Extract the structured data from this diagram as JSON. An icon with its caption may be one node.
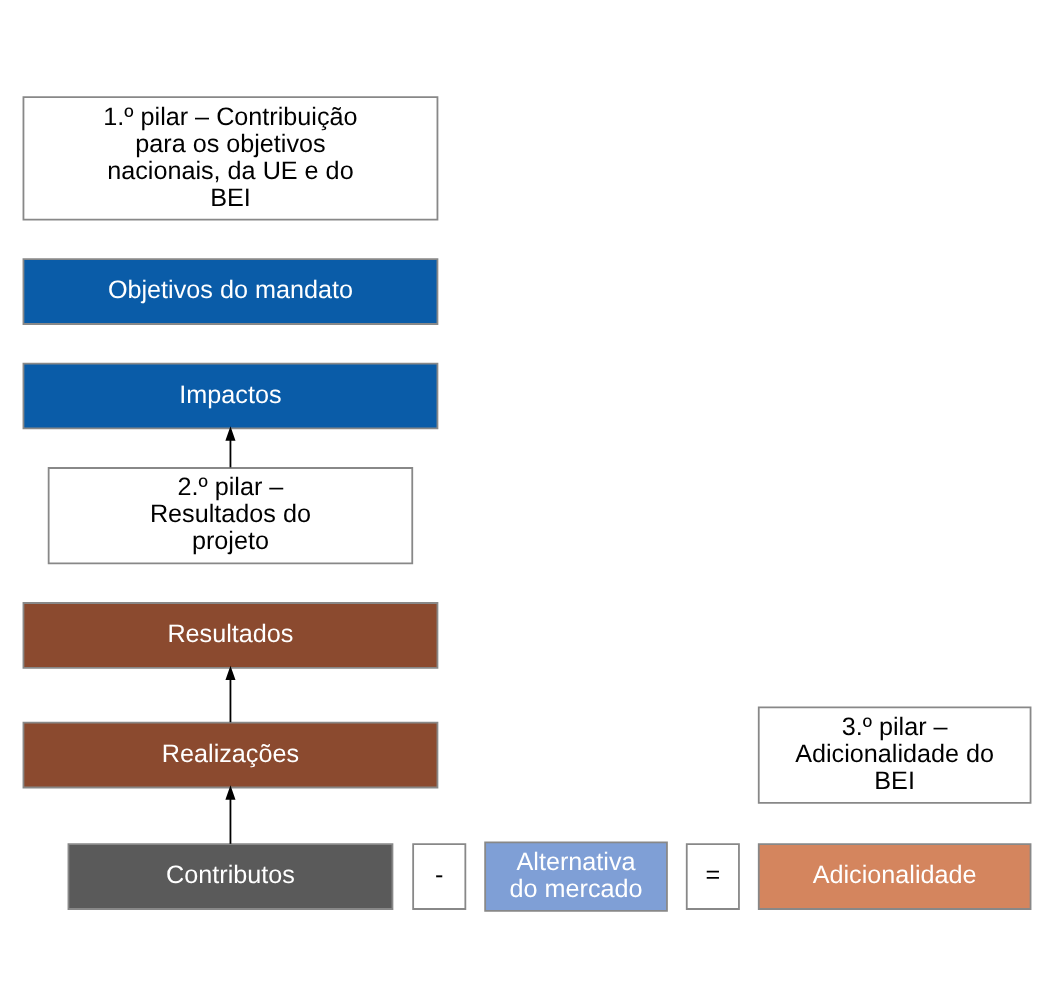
{
  "diagram": {
    "nodes": [
      {
        "text": [
          "1.º pilar – Contribuição para os objetivos nacionais, da UE e do BEI"
        ]
      },
      {
        "text": [
          "Objetivos do mandato"
        ]
      },
      {
        "text": [
          "Impactos"
        ]
      },
      {
        "text": [
          "2.º pilar – Resultados do projeto"
        ]
      },
      {
        "text": [
          "Resultados"
        ]
      },
      {
        "text": [
          "Realizações"
        ]
      },
      {
        "text": [
          "Contributos"
        ]
      },
      {
        "text": [
          "-"
        ]
      },
      {
        "text": [
          "Alternativa do mercado"
        ]
      },
      {
        "text": [
          "="
        ]
      },
      {
        "text": [
          "Adicionalidade"
        ]
      },
      {
        "text": [
          "3.º pilar – Adicionalidade do BEI"
        ]
      }
    ],
    "edges": [
      {
        "from": 6,
        "to": 5,
        "arrow": "to"
      },
      {
        "from": 5,
        "to": 4,
        "arrow": "to"
      },
      {
        "from": 3,
        "to": 2,
        "arrow": "to"
      }
    ]
  }
}
